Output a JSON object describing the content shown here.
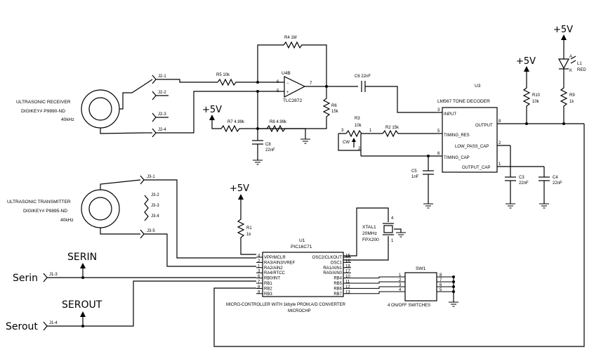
{
  "receiver": {
    "title": "ULTRASONIC RECEIVER",
    "part": "DIGIKEY# P9890-ND",
    "freq": "40kHz"
  },
  "transmitter": {
    "title": "ULTRASONIC TRANSMITTER",
    "part": "DIGIKEY# P9895-ND",
    "freq": "40kHz"
  },
  "connectors": {
    "j2_1": "J2-1",
    "j2_2": "J2-2",
    "j2_3": "J2-3",
    "j2_4": "J2-4",
    "j3_1": "J3-1",
    "j3_2": "J3-2",
    "j3_3": "J3-3",
    "j3_4": "J3-4",
    "j3_5": "J3-5",
    "j1_3": "J1-3",
    "j1_4": "J1-4"
  },
  "signals": {
    "serin_label": "SERIN",
    "serin_port": "Serin",
    "serout_label": "SEROUT",
    "serout_port": "Serout"
  },
  "supply": {
    "vcc": "+5V"
  },
  "opamp": {
    "ref": "U4B",
    "part": "TLC2872",
    "pin_minus": "6",
    "pin_plus": "5",
    "pin_out": "7"
  },
  "resistors": {
    "r4": "R4  1M",
    "r5": "R5  10k",
    "r7": "R7  4.99k",
    "r8": "R8  4.99k",
    "r6_ref": "R6",
    "r6_val": "15k",
    "r1_ref": "R1",
    "r1_val": "1k",
    "r3_ref": "R3",
    "r3_val": "10k",
    "r3_cw": "CW",
    "r2": "R2  15k",
    "r10_ref": "R10",
    "r10_val": "10k",
    "r9_ref": "R9",
    "r9_val": "1k"
  },
  "capacitors": {
    "c6": "C6  22nF",
    "c8_ref": "C8",
    "c8_val": "22nF",
    "c5_ref": "C5",
    "c5_val": "1nF",
    "c3_ref": "C3",
    "c3_val": "22nF",
    "c4_ref": "C4",
    "c4_val": "22nF"
  },
  "decoder": {
    "ref": "U3",
    "title": "LM567 TONE DECODER",
    "pin_input": "INPUT",
    "pin_timing_res": "TIMING_RES",
    "pin_timing_cap": "TIMING_CAP",
    "pin_output": "OUTPUT",
    "pin_low_pass": "LOW_PASS_CAP",
    "pin_output_cap": "OUTPUT_CAP",
    "n3": "3",
    "n5": "5",
    "n6": "6",
    "n8": "8",
    "n2": "2",
    "n1": "1"
  },
  "led": {
    "ref": "L1",
    "color": "RED",
    "a": "A",
    "k": "K"
  },
  "crystal": {
    "ref": "XTAL1",
    "freq": "20MHz",
    "part": "FPX200",
    "p4": "4",
    "p1": "1"
  },
  "mcu": {
    "ref": "U1",
    "part": "PIC16C71",
    "left_pins": [
      "VPP/MCLR",
      "RA3/AIN3/VREF",
      "RA2/AIN2",
      "RA4/RTCC",
      "RB0/INT",
      "RB1",
      "RB2",
      "RB3"
    ],
    "left_nums": [
      "4",
      "2",
      "1",
      "3",
      "6",
      "7",
      "8",
      "9"
    ],
    "right_pins": [
      "OSC2/CLKOUT",
      "OSC1",
      "RA1/AIN1",
      "RA0/AIN0",
      "RB4",
      "RB5",
      "RB6",
      "RB7"
    ],
    "right_nums": [
      "15",
      "16",
      "18",
      "17",
      "10",
      "11",
      "12",
      "13"
    ],
    "caption": "MICRO-CONTROLLER WITH 1kbyte PROM,A/D CONVERTER",
    "maker": "MICROCHP"
  },
  "switch": {
    "ref": "SW1",
    "caption": "4 ON/OFF SWITCHES",
    "left_nums": [
      "1",
      "2",
      "3",
      "4"
    ],
    "right_nums": [
      "8",
      "7",
      "6",
      "5"
    ]
  }
}
